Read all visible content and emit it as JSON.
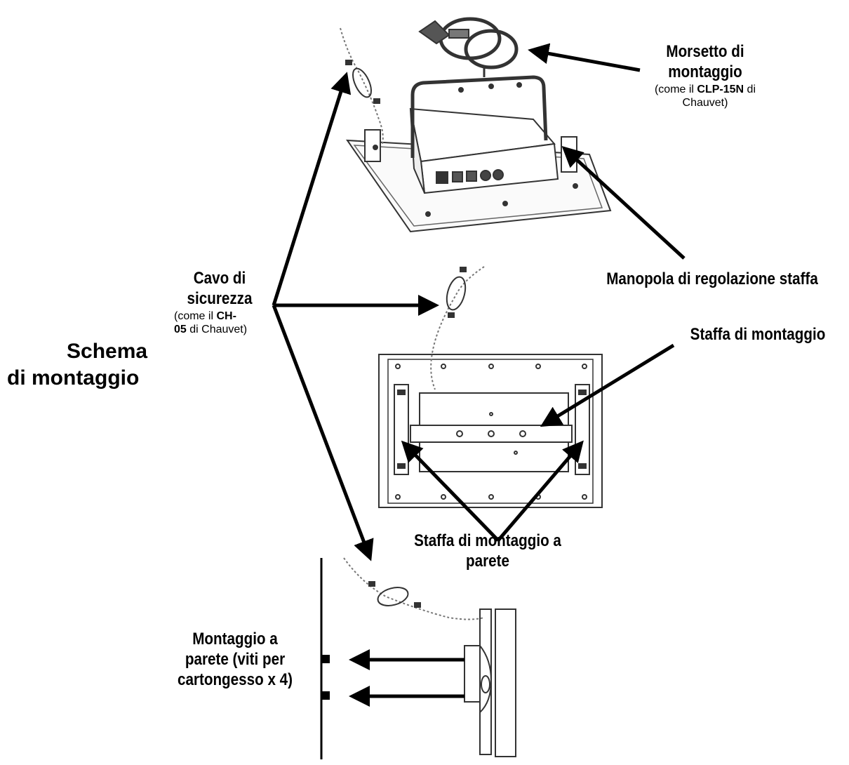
{
  "diagram": {
    "title_line1": "Schema",
    "title_line2": "di montaggio",
    "clamp": {
      "title_line1": "Morsetto di",
      "title_line2": "montaggio",
      "note_prefix": "(come il ",
      "note_bold": "CLP-15N",
      "note_suffix": " di",
      "note_line2": "Chauvet)"
    },
    "knob_label": "Manopola di regolazione staffa",
    "safety_cable": {
      "title_line1": "Cavo di",
      "title_line2": "sicurezza",
      "note_prefix": "(come il ",
      "note_bold1": "CH-",
      "note_bold2": "05",
      "note_suffix": " di Chauvet)"
    },
    "bracket_label": "Staffa di montaggio",
    "wall_bracket": {
      "line1": "Staffa di montaggio a",
      "line2": "parete"
    },
    "wall_mount": {
      "line1": "Montaggio a",
      "line2": "parete (viti per",
      "line3": "cartongesso x 4)"
    }
  }
}
